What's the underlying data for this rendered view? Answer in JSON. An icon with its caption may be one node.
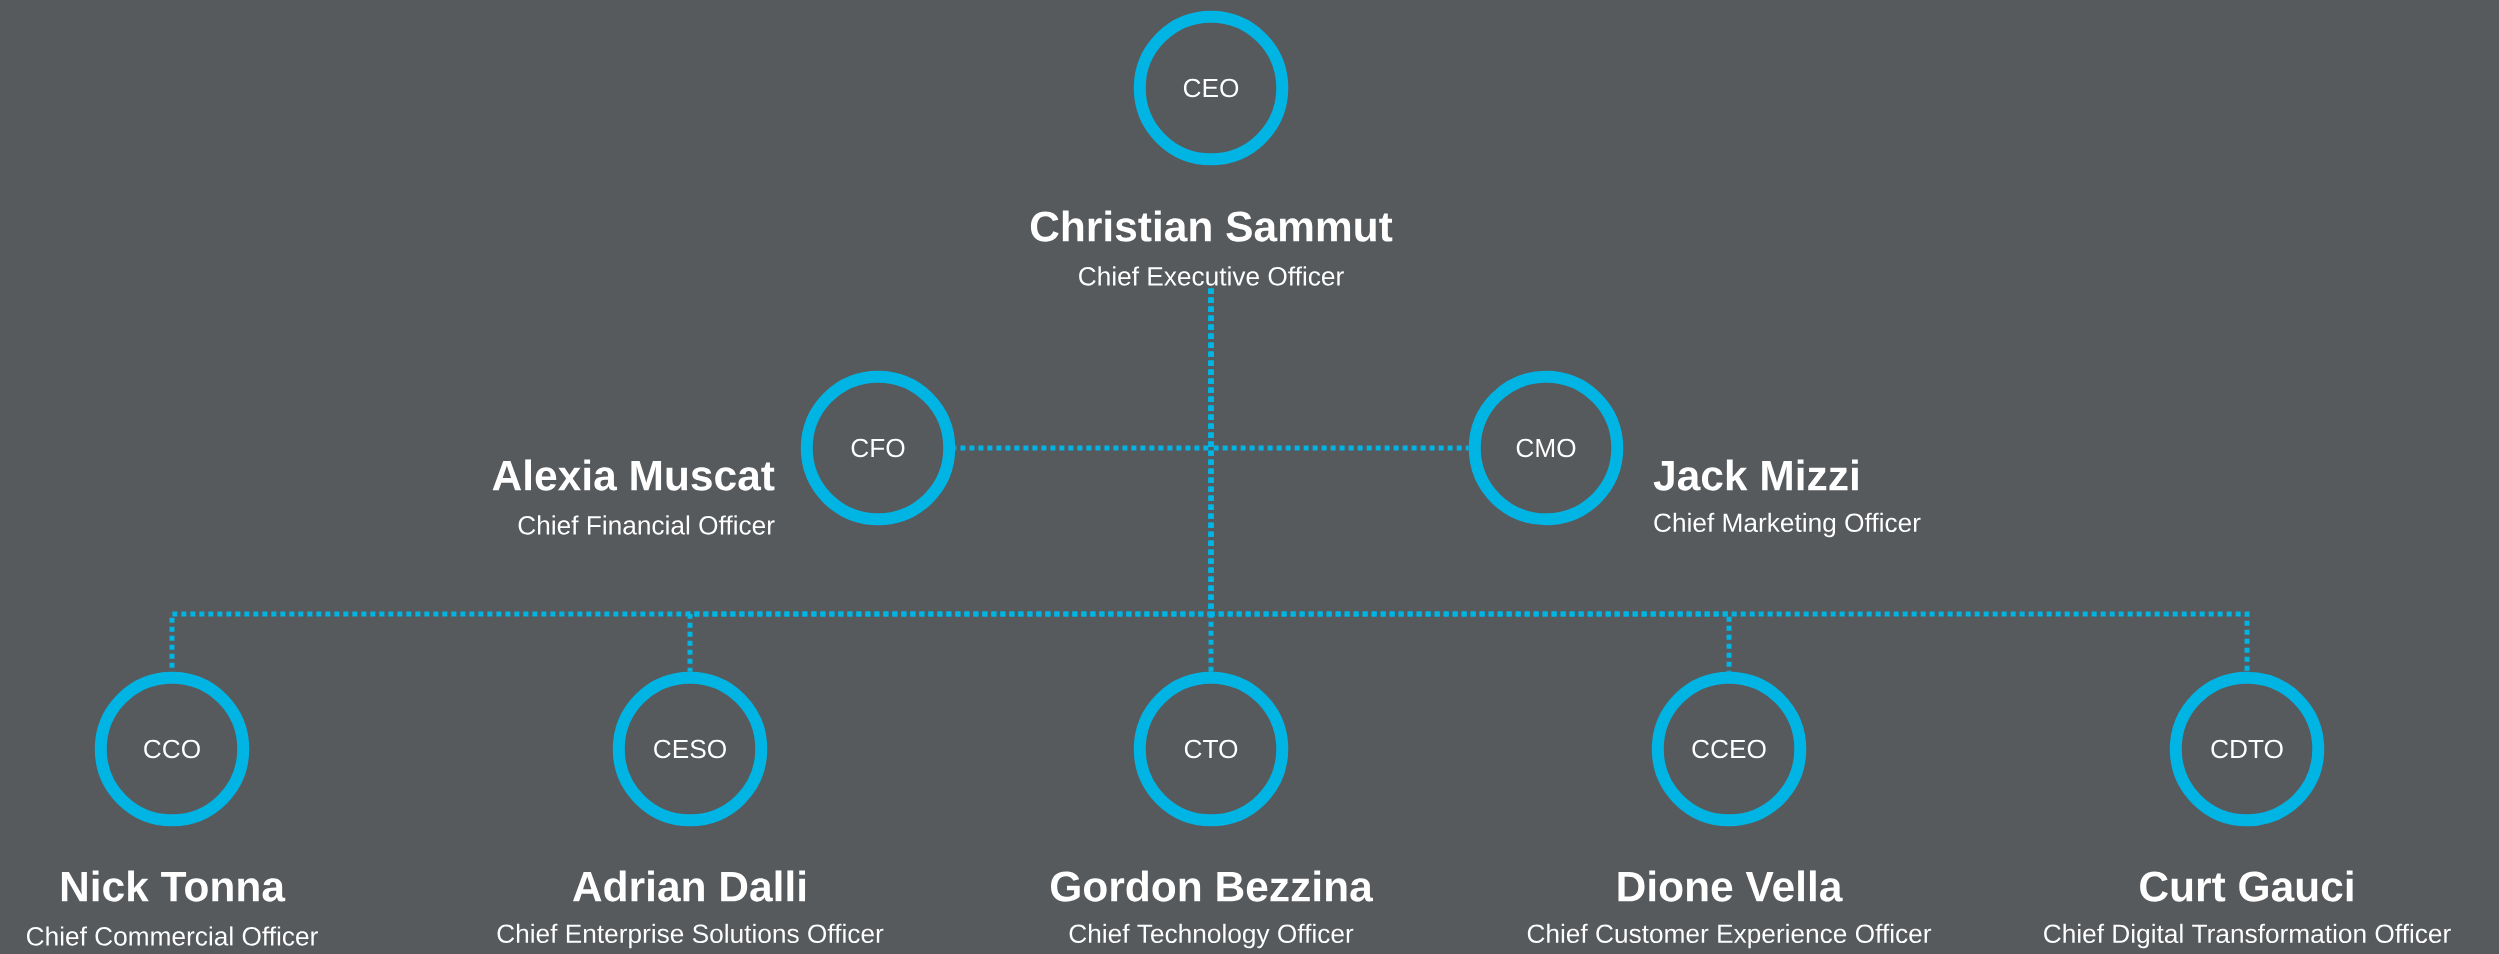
{
  "diagram": {
    "nodes": [
      {
        "text": [
          "CEO",
          "Christian Sammut",
          "Chief Executive Officer"
        ]
      },
      {
        "text": [
          "CFO",
          "Alexia Muscat",
          "Chief Financial Officer"
        ]
      },
      {
        "text": [
          "CMO",
          "Jack Mizzi",
          "Chief Marketing Officer"
        ]
      },
      {
        "text": [
          "CCO",
          "Nick Tonna",
          "Chief Commercial Officer"
        ]
      },
      {
        "text": [
          "CESO",
          "Adrian Dalli",
          "Chief Enterprise Solutions Officer"
        ]
      },
      {
        "text": [
          "CTO",
          "Gordon Bezzina",
          "Chief Technology Officer"
        ]
      },
      {
        "text": [
          "CCEO",
          "Dione Vella",
          "Chief Customer Experience Officer"
        ]
      },
      {
        "text": [
          "CDTO",
          "Curt Gauci",
          "Chief Digital Transformation Officer"
        ]
      }
    ],
    "edges": [
      {
        "from": 0,
        "to": 1,
        "arrow": "none"
      },
      {
        "from": 0,
        "to": 2,
        "arrow": "none"
      },
      {
        "from": 0,
        "to": 3,
        "arrow": "none"
      },
      {
        "from": 0,
        "to": 4,
        "arrow": "none"
      },
      {
        "from": 0,
        "to": 5,
        "arrow": "none"
      },
      {
        "from": 0,
        "to": 6,
        "arrow": "none"
      },
      {
        "from": 0,
        "to": 7,
        "arrow": "none"
      }
    ]
  }
}
